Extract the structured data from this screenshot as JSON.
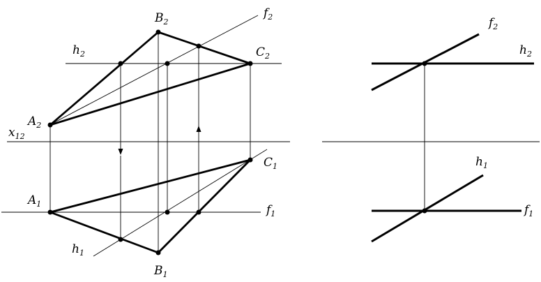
{
  "labels": {
    "B2": {
      "main": "B",
      "sub": "2"
    },
    "f2_left": {
      "main": "f",
      "sub": "2"
    },
    "h2_left": {
      "main": "h",
      "sub": "2"
    },
    "C2": {
      "main": "C",
      "sub": "2"
    },
    "A2": {
      "main": "A",
      "sub": "2"
    },
    "x12": {
      "main": "x",
      "sub": "12"
    },
    "C1": {
      "main": "C",
      "sub": "1"
    },
    "A1": {
      "main": "A",
      "sub": "1"
    },
    "f1_left": {
      "main": "f",
      "sub": "1"
    },
    "h1_left": {
      "main": "h",
      "sub": "1"
    },
    "B1": {
      "main": "B",
      "sub": "1"
    },
    "f2_right": {
      "main": "f",
      "sub": "2"
    },
    "h2_right": {
      "main": "h",
      "sub": "2"
    },
    "h1_right": {
      "main": "h",
      "sub": "1"
    },
    "f1_right": {
      "main": "f",
      "sub": "1"
    }
  }
}
